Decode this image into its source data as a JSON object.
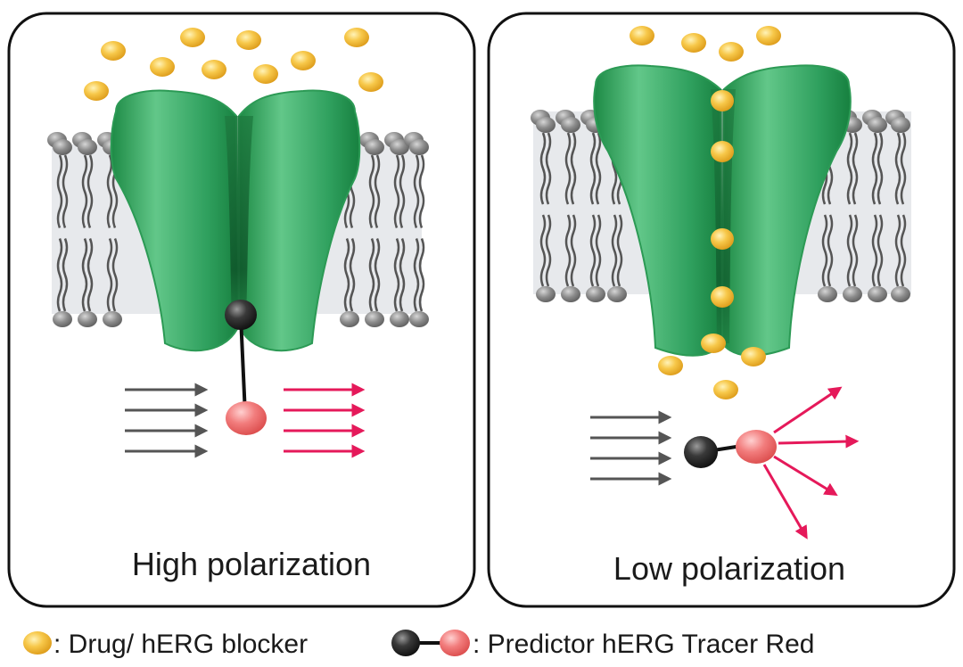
{
  "panels": [
    {
      "caption": "High polarization"
    },
    {
      "caption": "Low polarization"
    }
  ],
  "legend": {
    "drug": ": Drug/ hERG blocker",
    "tracer": ": Predictor hERG Tracer Red"
  },
  "colors": {
    "channel": "#2fa05e",
    "drug": "#f3bb2e",
    "tracer_black": "#2b2b2b",
    "tracer_red": "#ee6b6b",
    "light_in": "#555555",
    "light_out": "#e5195a",
    "lipid_head": "#8a8a8a",
    "membrane_band": "#e7e9ec"
  }
}
